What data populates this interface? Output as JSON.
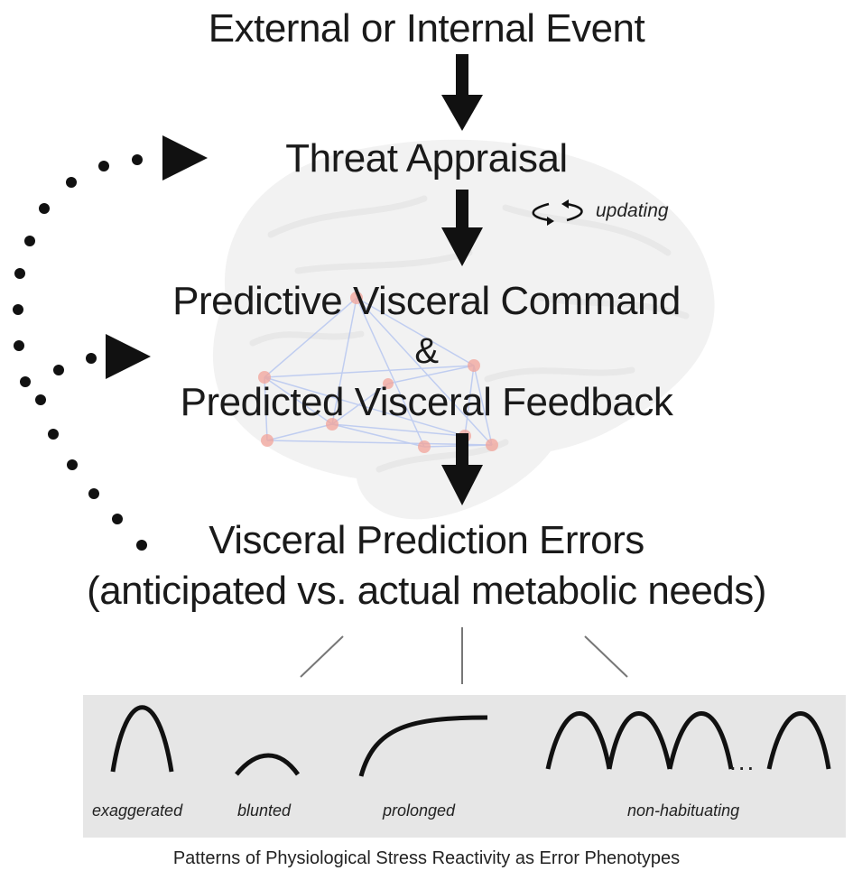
{
  "flow": {
    "event": "External or Internal Event",
    "appraisal": "Threat Appraisal",
    "updating": "updating",
    "command": "Predictive Visceral Command",
    "ampersand": "&",
    "feedback": "Predicted Visceral Feedback",
    "errors_line1": "Visceral Prediction Errors",
    "errors_line2": "(anticipated vs. actual metabolic needs)"
  },
  "phenotypes": {
    "exaggerated": "exaggerated",
    "blunted": "blunted",
    "prolonged": "prolonged",
    "non_habituating": "non-habituating",
    "ellipsis": "..."
  },
  "footer": "Patterns of Physiological Stress Reactivity as Error Phenotypes",
  "colors": {
    "text": "#1a1a1a",
    "arrow": "#111111",
    "panel": "#e6e6e6",
    "node": "#f2a49a",
    "edge": "#9fb6f0",
    "brain": "#ececec"
  }
}
